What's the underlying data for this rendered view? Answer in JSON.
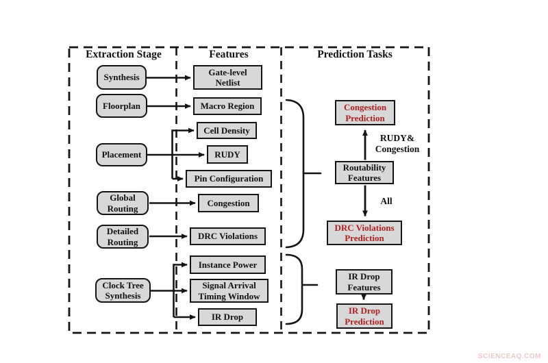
{
  "diagram": {
    "headers": {
      "extraction_stage": "Extraction Stage",
      "features": "Features",
      "prediction_tasks": "Prediction Tasks"
    },
    "stages": [
      {
        "label": "Synthesis"
      },
      {
        "label": "Floorplan"
      },
      {
        "label": "Placement"
      },
      {
        "label": "Global\nRouting"
      },
      {
        "label": "Detailed\nRouting"
      },
      {
        "label": "Clock Tree\nSynthesis"
      }
    ],
    "features": [
      {
        "label": "Gate-level\nNetlist"
      },
      {
        "label": "Macro Region"
      },
      {
        "label": "Cell Density"
      },
      {
        "label": "RUDY"
      },
      {
        "label": "Pin Configuration"
      },
      {
        "label": "Congestion"
      },
      {
        "label": "DRC Violations"
      },
      {
        "label": "Instance Power"
      },
      {
        "label": "Signal Arrival\nTiming Window"
      },
      {
        "label": "IR Drop"
      }
    ],
    "predictions": {
      "congestion_prediction": "Congestion\nPrediction",
      "routability_features": "Routability\nFeatures",
      "drc_violations_prediction": "DRC Violations\nPrediction",
      "ir_drop_features": "IR Drop\nFeatures",
      "ir_drop_prediction": "IR Drop\nPrediction",
      "edge_labels": {
        "rudy_congestion": "RUDY&\nCongestion",
        "all": "All"
      }
    },
    "colors": {
      "box_fill": "#d8d8d8",
      "line": "#141414",
      "prediction_text": "#b02020"
    }
  },
  "watermark": "SCIENCEAQ.COM"
}
